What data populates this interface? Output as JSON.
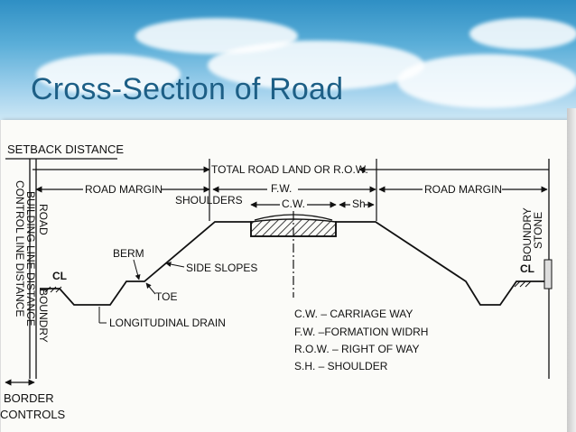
{
  "slide": {
    "title": "Cross-Section of Road"
  },
  "diagram": {
    "labels": {
      "setback_distance": "SETBACK DISTANCE",
      "total_road_land": "TOTAL ROAD LAND OR R.O.W.",
      "road_margin_left": "ROAD MARGIN",
      "road_margin_right": "ROAD MARGIN",
      "fw": "F.W.",
      "cw": "C.W.",
      "sh": "Sh",
      "shoulders": "SHOULDERS",
      "berm": "BERM",
      "side_slopes": "SIDE SLOPES",
      "toe": "TOE",
      "longitudinal_drain": "LONGITUDINAL DRAIN",
      "road": "ROAD",
      "building_line_distance": "BUILDING LINE DISTANCE",
      "control_line_distance": "CONTROL LINE DISTANCE",
      "boundry": "BOUNDRY",
      "boundry_stone": "BOUNDRY STONE",
      "cl_left": "CL",
      "cl_right": "CL",
      "border_controls_1": "BORDER",
      "border_controls_2": "CONTROLS"
    },
    "legend": [
      "C.W. – CARRIAGE WAY",
      "F.W. –FORMATION WIDRH",
      "R.O.W. – RIGHT OF WAY",
      "S.H. – SHOULDER"
    ]
  }
}
